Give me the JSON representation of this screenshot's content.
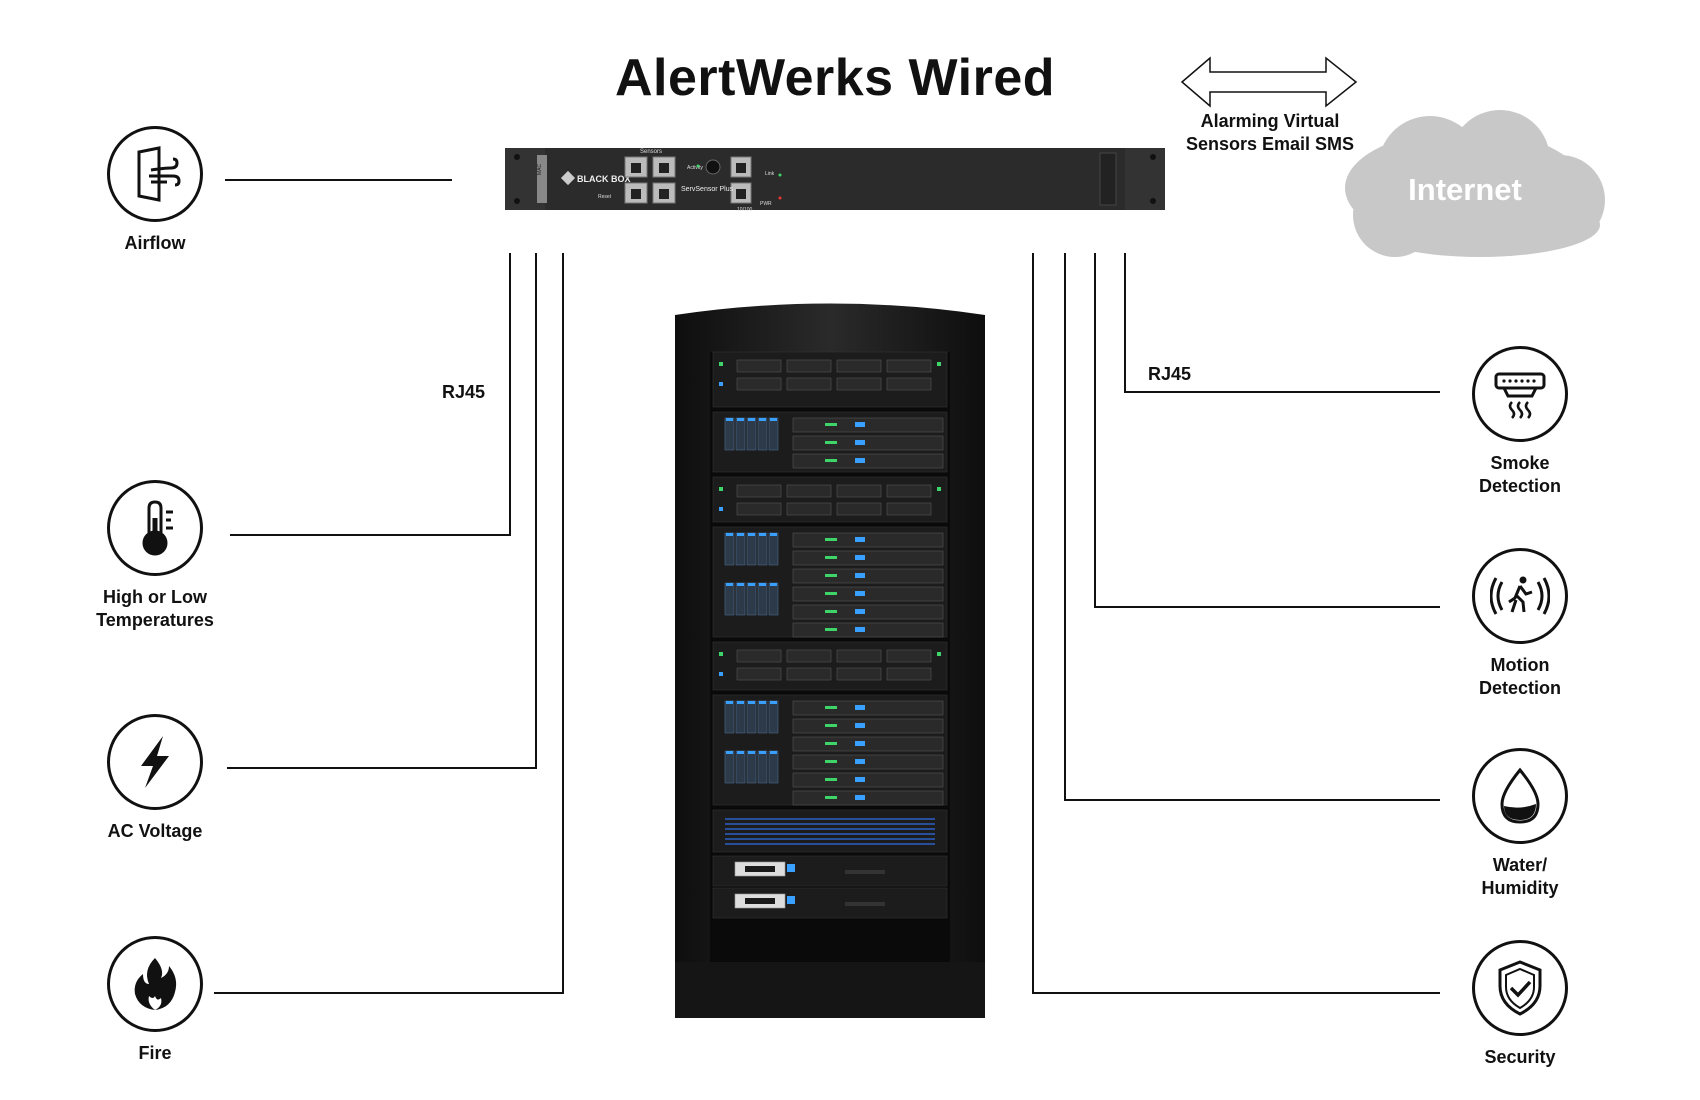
{
  "title": "AlertWerks Wired",
  "cloud_label": "Internet",
  "alarm_text": "Alarming Virtual\nSensors Email SMS",
  "connector_left": "RJ45",
  "connector_right": "RJ45",
  "device": {
    "brand": "BLACK BOX",
    "model": "ServSensor Plus",
    "port_group": "Sensors",
    "lan_label": "10/100",
    "activity": "Activity",
    "reset": "Reset",
    "link": "Link",
    "pwr": "PWR",
    "mac": "MAC"
  },
  "left_sensors": [
    {
      "label": "Airflow",
      "icon": "airflow-icon"
    },
    {
      "label": "High or Low\nTemperatures",
      "icon": "thermometer-icon"
    },
    {
      "label": "AC Voltage",
      "icon": "lightning-icon"
    },
    {
      "label": "Fire",
      "icon": "fire-icon"
    }
  ],
  "right_sensors": [
    {
      "label": "Smoke\nDetection",
      "icon": "smoke-detector-icon"
    },
    {
      "label": "Motion\nDetection",
      "icon": "motion-icon"
    },
    {
      "label": "Water/\nHumidity",
      "icon": "water-drop-icon"
    },
    {
      "label": "Security",
      "icon": "shield-check-icon"
    }
  ],
  "colors": {
    "line": "#111111",
    "cloud": "#c8c8c9",
    "rack": "#1a1a1a",
    "led_green": "#3fd46a",
    "led_blue": "#3aa0ff"
  }
}
